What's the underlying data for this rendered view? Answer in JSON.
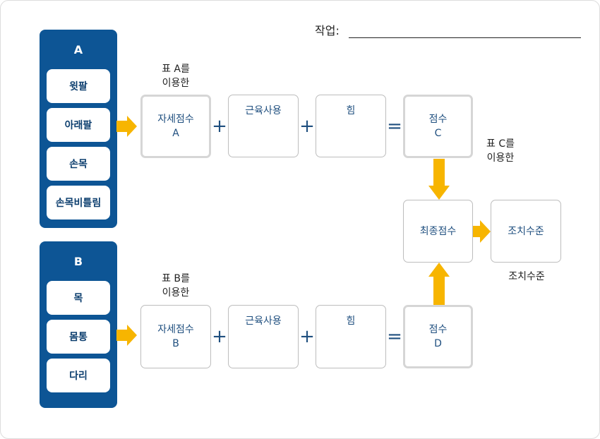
{
  "header": {
    "task_label": "작업:"
  },
  "panel_a": {
    "title": "A",
    "items": [
      "윗팔",
      "아래팔",
      "손목",
      "손목비틀림"
    ]
  },
  "panel_b": {
    "title": "B",
    "items": [
      "목",
      "몸통",
      "다리"
    ]
  },
  "notes": {
    "table_a": "표 A를\n이용한",
    "table_b": "표 B를\n이용한",
    "table_c": "표 C를\n이용한",
    "action_level": "조치수준"
  },
  "row_a": {
    "posture": "자세점수\nA",
    "muscle": "근육사용",
    "force": "힘",
    "score": "점수\nC"
  },
  "row_b": {
    "posture": "자세점수\nB",
    "muscle": "근육사용",
    "force": "힘",
    "score": "점수\nD"
  },
  "operators": {
    "plus": "+",
    "equals": "="
  },
  "final": {
    "grand_score": "최종점수",
    "action_level": "조치수준"
  },
  "colors": {
    "panel": "#0d5595",
    "arrow": "#f7b500"
  }
}
